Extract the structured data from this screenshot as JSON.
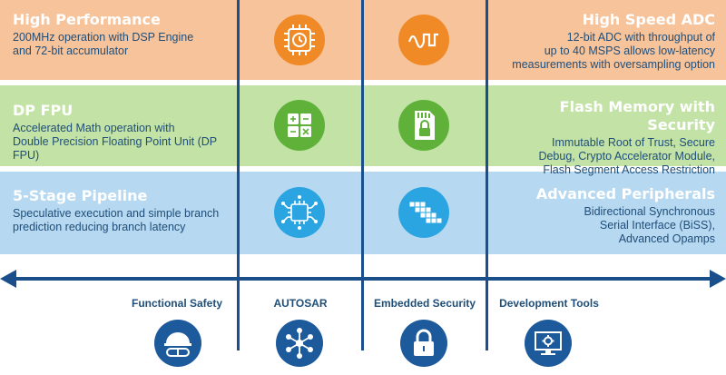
{
  "rows": [
    {
      "left": {
        "title": "High Performance",
        "desc_lines": [
          "200MHz operation with DSP Engine",
          "and 72-bit accumulator"
        ]
      },
      "right": {
        "title": "High Speed ADC",
        "desc_lines": [
          "12-bit ADC with throughput of",
          "up to 40 MSPS allows low-latency",
          "measurements with oversampling option"
        ]
      },
      "icons": [
        "cpu-clock-icon",
        "waveform-icon"
      ]
    },
    {
      "left": {
        "title": "DP FPU",
        "desc_lines": [
          "Accelerated Math operation with",
          "Double Precision Floating Point Unit (DP FPU)"
        ]
      },
      "right": {
        "title": "Flash Memory with Security",
        "desc_lines": [
          "Immutable Root of Trust, Secure",
          "Debug, Crypto Accelerator Module,",
          "Flash Segment Access Restriction"
        ]
      },
      "icons": [
        "calculator-icon",
        "secure-sd-card-icon"
      ]
    },
    {
      "left": {
        "title": "5-Stage Pipeline",
        "desc_lines": [
          "Speculative execution and simple branch",
          "prediction reducing branch latency"
        ]
      },
      "right": {
        "title": "Advanced Peripherals",
        "desc_lines": [
          "Bidirectional Synchronous",
          "Serial Interface (BiSS),",
          "Advanced Opamps"
        ]
      },
      "icons": [
        "chip-network-icon",
        "staircase-grid-icon"
      ]
    }
  ],
  "pillars": [
    {
      "label": "Functional Safety",
      "icon": "hard-hat-goggles-icon"
    },
    {
      "label": "AUTOSAR",
      "icon": "network-hub-icon"
    },
    {
      "label": "Embedded Security",
      "icon": "padlock-icon"
    },
    {
      "label": "Development Tools",
      "icon": "monitor-gear-icon"
    }
  ],
  "colors": {
    "orange_band": "#f7c39b",
    "green_band": "#c3e2a5",
    "blue_band": "#b6d8f0",
    "navy": "#1d5a9c",
    "orange_icon": "#f08a26",
    "green_icon": "#5fb13a",
    "blue_icon": "#2ba5e2"
  }
}
